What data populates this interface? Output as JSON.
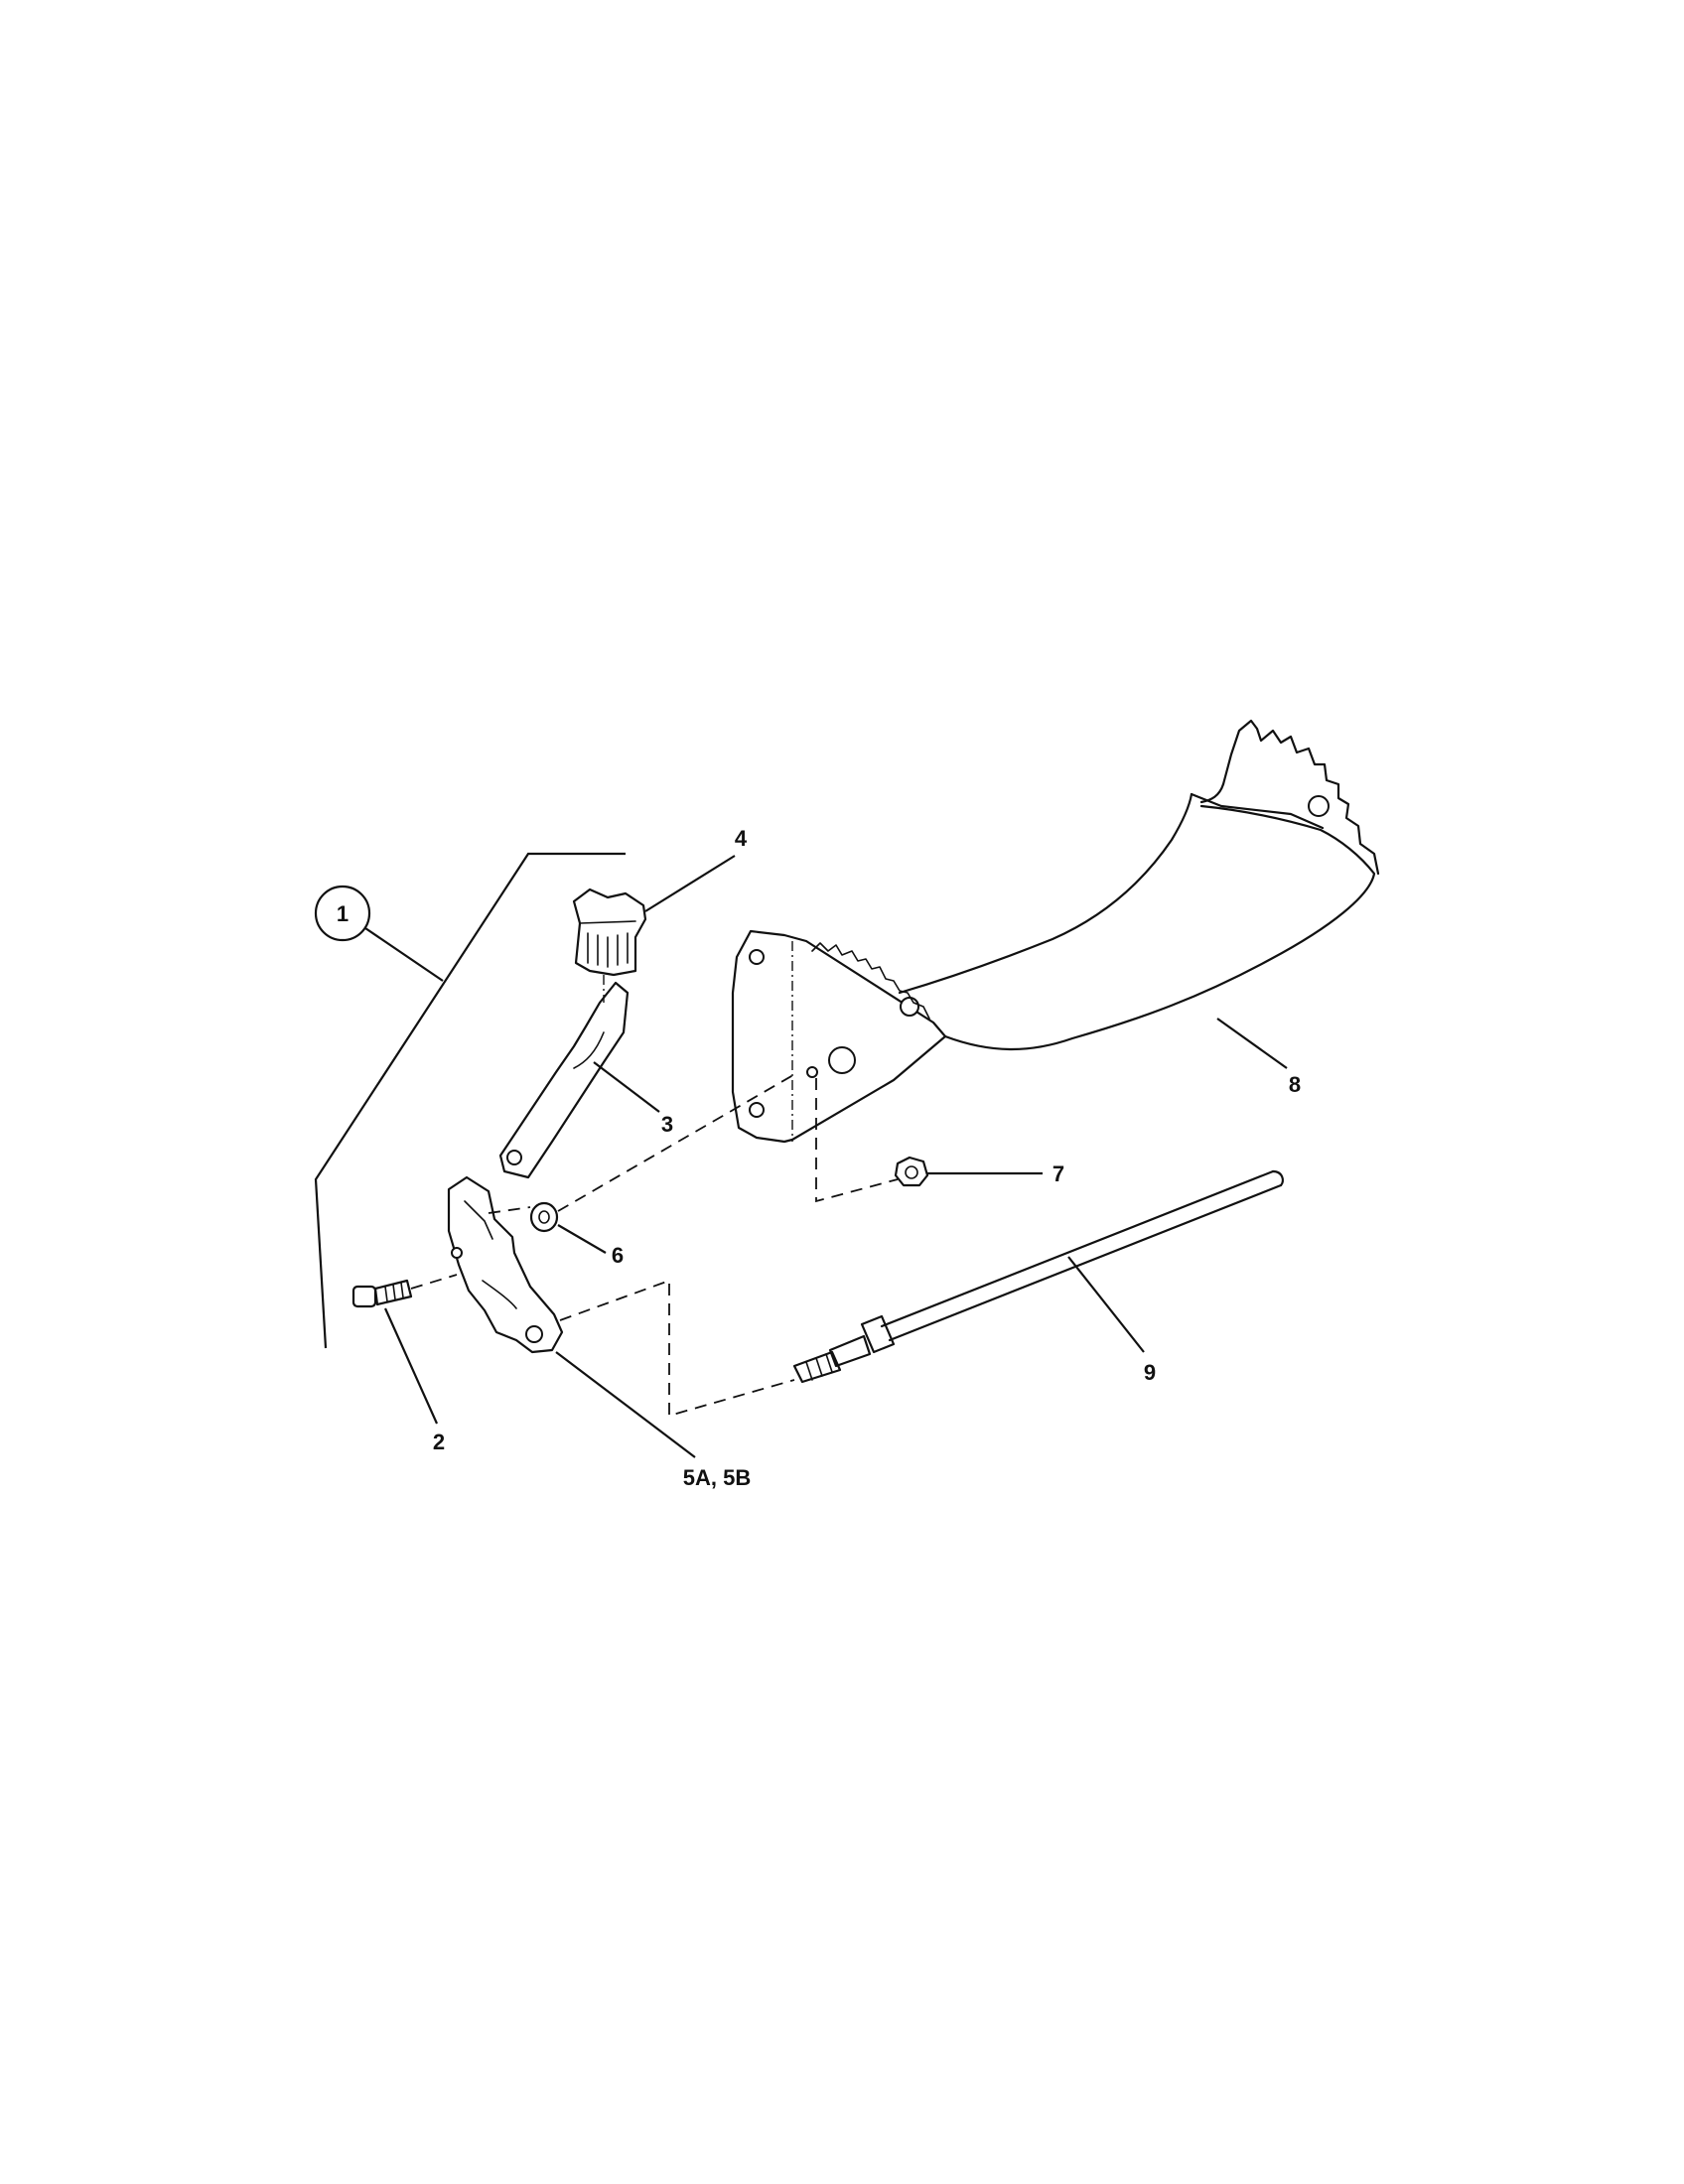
{
  "callouts": {
    "assembly": "1",
    "bolt": "2",
    "lever": "3",
    "knob": "4",
    "bracket": "5A, 5B",
    "washer": "6",
    "nut": "7",
    "quadrant_plate": "8",
    "rod": "9"
  },
  "colors": {
    "ink": "#111111",
    "paper": "#ffffff"
  }
}
